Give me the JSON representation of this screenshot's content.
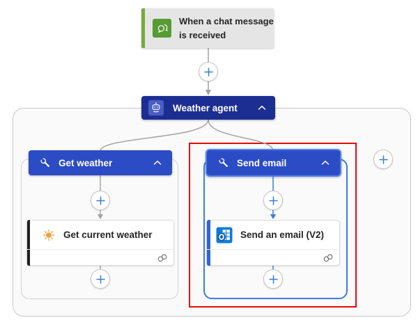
{
  "page": {
    "background": "#FFFFFF"
  },
  "trigger": {
    "label": "When a chat message is received",
    "icon": "chat-bubbles-icon",
    "colors": {
      "bg": "#E5E5E5",
      "accent_bar": "#79A93C",
      "icon_bg": "#579B33"
    }
  },
  "agent": {
    "label": "Weather agent",
    "icon": "bot-icon",
    "colors": {
      "bg": "#1D2E92",
      "icon_bg": "#4A5EC2"
    }
  },
  "branches": {
    "left": {
      "title": "Get weather",
      "icon": "wrench-icon",
      "colors": {
        "header_bg": "#2C4CC5",
        "scope_border": "#D3D1CF"
      },
      "action": {
        "label": "Get current weather",
        "icon": "sun-icon",
        "accent": "#1F1F1F",
        "badge_icon": "connections-icon"
      }
    },
    "right": {
      "title": "Send email",
      "icon": "wrench-icon",
      "selected": true,
      "colors": {
        "header_bg": "#2C4CC5",
        "header_outline": "#4C86EC",
        "scope_border": "#3D7BE0",
        "selection_border": "#E10B0B"
      },
      "action": {
        "label": "Send an email (V2)",
        "icon": "outlook-icon",
        "accent": "#2E63D9",
        "badge_icon": "connections-icon"
      }
    }
  },
  "connectors": {
    "line_color": "#A6A4A2",
    "selected_line_color": "#3D7BE0",
    "plus_glyph": "+",
    "plus_color": "#3B7CD6"
  }
}
